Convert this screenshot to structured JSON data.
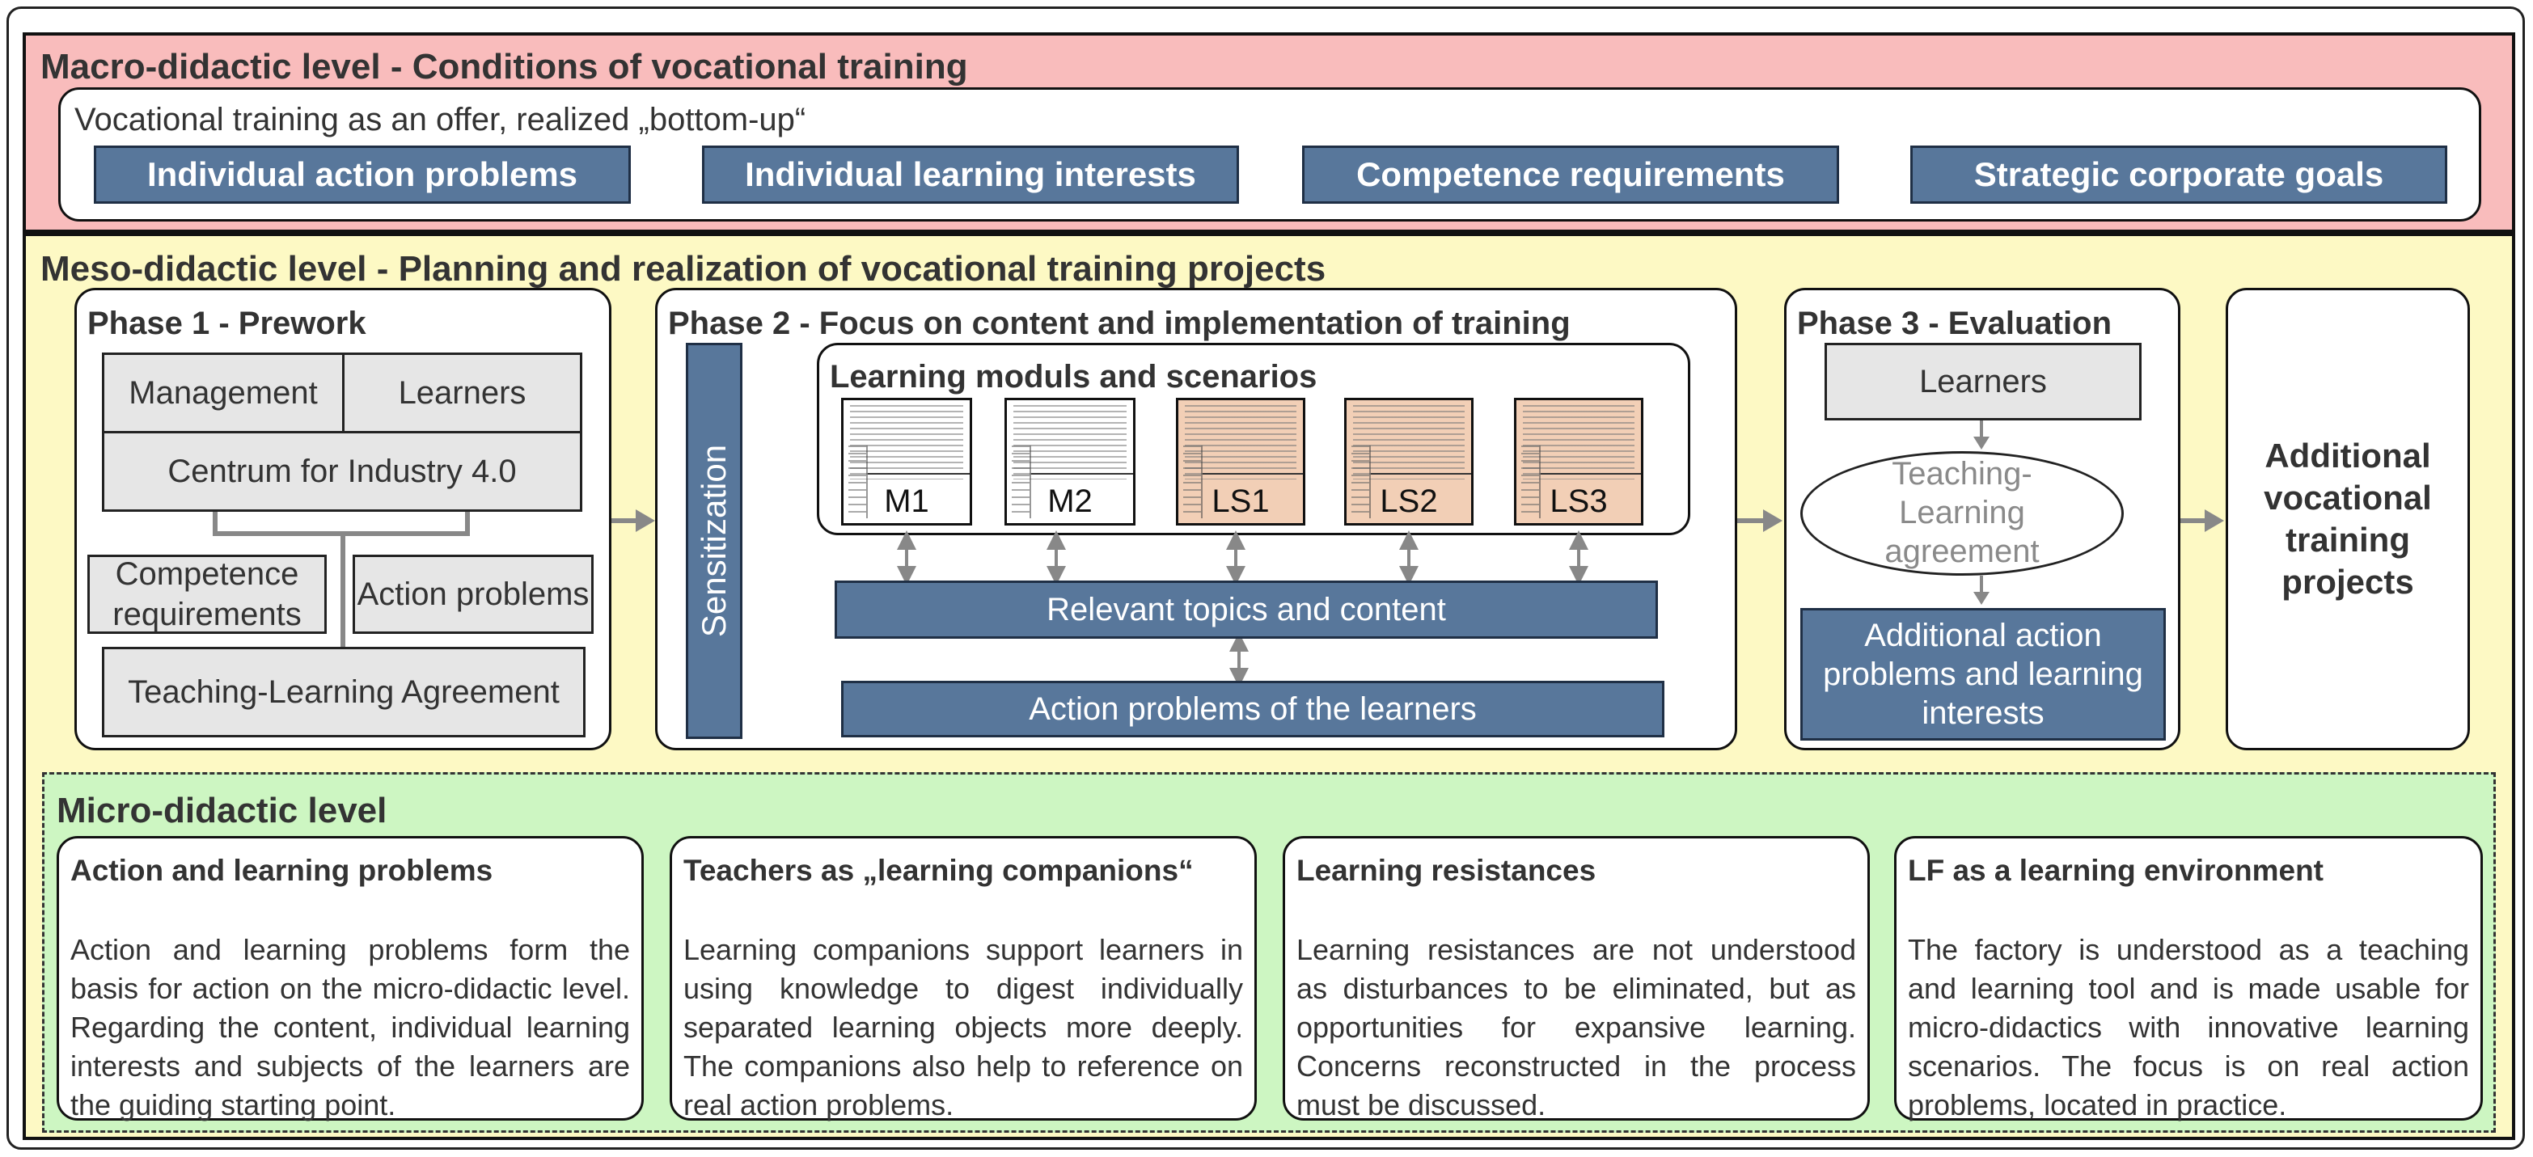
{
  "macro": {
    "title": "Macro-didactic level - Conditions of vocational training",
    "subtitle": "Vocational training as an offer, realized „bottom-up“",
    "items": [
      "Individual action problems",
      "Individual learning interests",
      "Competence requirements",
      "Strategic corporate goals"
    ]
  },
  "meso": {
    "title": "Meso-didactic level - Planning and realization of vocational training projects",
    "phase1": {
      "title": "Phase 1 - Prework",
      "management": "Management",
      "learners": "Learners",
      "centrum": "Centrum for Industry 4.0",
      "competence": "Competence requirements",
      "action": "Action problems",
      "agreement": "Teaching-Learning Agreement"
    },
    "phase2": {
      "title": "Phase 2 - Focus on content and implementation of training",
      "sensitization": "Sensitization",
      "modules_title": "Learning moduls and scenarios",
      "modules": [
        "M1",
        "M2",
        "LS1",
        "LS2",
        "LS3"
      ],
      "topics": "Relevant topics and content",
      "action_problems": "Action problems of the learners"
    },
    "phase3": {
      "title": "Phase 3 - Evaluation",
      "learners": "Learners",
      "agreement": "Teaching-Learning agreement",
      "additional": "Additional action problems and learning interests"
    },
    "additional_projects": "Additional vocational training projects"
  },
  "micro": {
    "title": "Micro-didactic level",
    "cards": [
      {
        "title": "Action and learning problems",
        "body": "Action and learning problems form the basis for action on the micro-didactic level. Regarding the content, individual learning interests and subjects of the learners are the guiding starting point."
      },
      {
        "title": "Teachers as „learning companions“",
        "body": "Learning companions support learners in using knowledge to digest individually separated learning objects more deeply. The companions also help to reference on real action problems."
      },
      {
        "title": "Learning resistances",
        "body": "Learning resistances are not understood as disturbances to be eliminated, but as opportunities for expansive learning. Concerns reconstructed in the process must be discussed."
      },
      {
        "title": "LF as a learning environment",
        "body": "The factory is understood as a teaching and learning tool and is made usable for micro-didactics with innovative learning scenarios. The focus is on real action problems, located in practice."
      }
    ]
  },
  "colors": {
    "macro_bg": "#f9bcbc",
    "meso_bg": "#fdf9c4",
    "micro_bg": "#cdf6c2",
    "box_blue": "#58779b",
    "box_gray": "#e6e6e6",
    "doc_tan": "#f2cfb6"
  }
}
